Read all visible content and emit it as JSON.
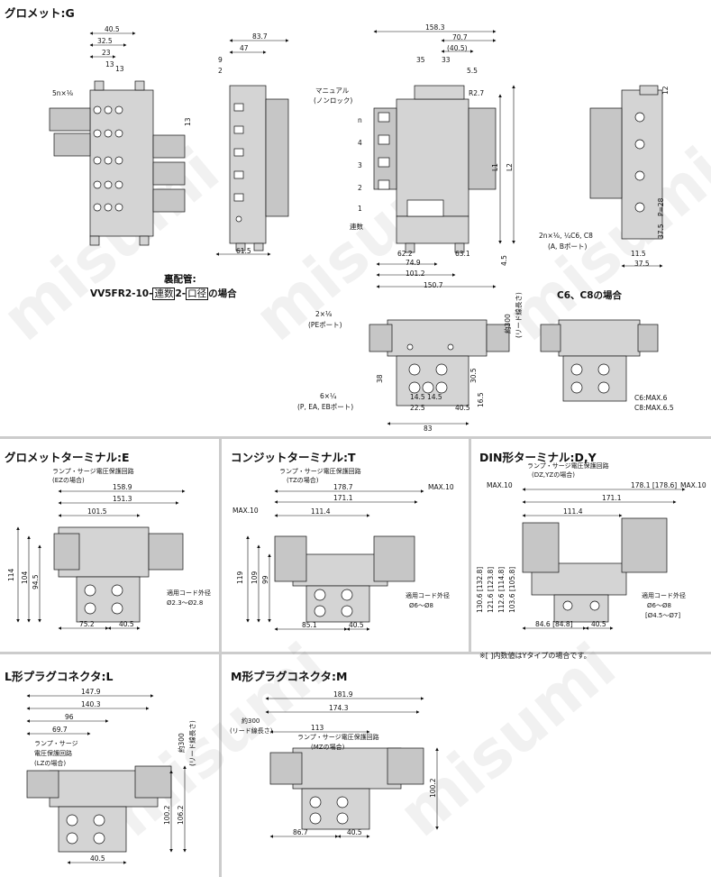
{
  "sections": {
    "grommet_g": "グロメット:G",
    "grommet_terminal_e": "グロメットターミナル:E",
    "conduit_terminal_t": "コンジットターミナル:T",
    "din_terminal": "DIN形ターミナル:D,Y",
    "l_plug": "L形プラグコネクタ:L",
    "m_plug": "M形プラグコネクタ:M"
  },
  "rear_piping": {
    "title": "裏配管:",
    "model_prefix": "VV5FR2-10-",
    "box1": "連数",
    "mid": "2-",
    "box2": "口径",
    "suffix": "の場合"
  },
  "c6c8_title": "C6、C8の場合",
  "din_note": "※[ ]内数値はYタイプの場合です。",
  "watermark": "misumi",
  "g_dims": {
    "d40_5": "40.5",
    "d32_5": "32.5",
    "d23": "23",
    "d13a": "13",
    "d13b": "13",
    "d13c": "13",
    "port5": "5n×⅛",
    "d83_7": "83.7",
    "d47": "47",
    "d9": "9",
    "d2": "2",
    "d61_5": "61.5",
    "d158_3": "158.3",
    "d70_7": "70.7",
    "d40_5p": "(40.5)",
    "d35": "35",
    "d33": "33",
    "d5_5": "5.5",
    "r2_7": "R2.7",
    "manual": "マニュアル",
    "nonlock": "(ノンロック)",
    "n": "n",
    "s4": "4",
    "s3": "3",
    "s2": "2",
    "s1": "1",
    "stations": "連数",
    "L1": "L1",
    "L2": "L2",
    "d4_5": "4.5",
    "d62_2": "62.2",
    "d63_1": "63.1",
    "d74_9": "74.9",
    "d101_2": "101.2",
    "d150_7": "150.7",
    "d12": "12",
    "p28": "P=28",
    "d37_5a": "37.5",
    "d11_5": "11.5",
    "d37_5b": "37.5",
    "ab_port": "2n×⅛, ¼C6, C8",
    "ab_port2": "(A, Bポート)"
  },
  "rear_dims": {
    "pe": "2×⅛",
    "pe2": "(PEポート)",
    "lead": "約300",
    "lead2": "(リード線長さ)",
    "d38": "38",
    "d30_5": "30.5",
    "d16_5": "16.5",
    "p6": "6×¼",
    "p6b": "(P, EA, EBポート)",
    "d14_5a": "14.5",
    "d14_5b": "14.5",
    "d22_5": "22.5",
    "d40_5": "40.5",
    "d83": "83"
  },
  "c6c8_dims": {
    "c6": "C6:MAX.6",
    "c8": "C8:MAX.6.5"
  },
  "e_dims": {
    "surge": "ランプ・サージ電圧保護回路",
    "surge2": "(EZの場合)",
    "d158_9": "158.9",
    "d151_3": "151.3",
    "d101_5": "101.5",
    "d114": "114",
    "d104": "104",
    "d94_5": "94.5",
    "cord": "適用コード外径",
    "cord2": "Ø2.3〜Ø2.8",
    "d75_2": "75.2",
    "d40_5": "40.5"
  },
  "t_dims": {
    "surge": "ランプ・サージ電圧保護回路",
    "surge2": "(TZの場合)",
    "d178_7": "178.7",
    "d171_1": "171.1",
    "max10a": "MAX.10",
    "max10b": "MAX.10",
    "d111_4": "111.4",
    "d119": "119",
    "d109": "109",
    "d99": "99",
    "cord": "適用コード外径",
    "cord2": "Ø6〜Ø8",
    "d85_1": "85.1",
    "d40_5": "40.5"
  },
  "din_dims": {
    "surge": "ランプ・サージ電圧保護回路",
    "surge2": "(DZ,YZの場合)",
    "max10a": "MAX.10",
    "max10b": "MAX.10",
    "d178_1": "178.1 [178.6]",
    "d171_1": "171.1",
    "d111_4": "111.4",
    "v1": "130.6 [132.8]",
    "v2": "121.6 [123.8]",
    "v3": "112.6 [114.8]",
    "v4": "103.6 [105.8]",
    "cord": "適用コード外径",
    "cord2": "Ø6〜Ø8",
    "cord3": "[Ø4.5〜Ø7]",
    "d84_6": "84.6 [84.8]",
    "d40_5": "40.5"
  },
  "l_dims": {
    "d147_9": "147.9",
    "d140_3": "140.3",
    "d96": "96",
    "d69_7": "69.7",
    "surge": "ランプ・サージ",
    "surge2": "電圧保護回路",
    "surge3": "(LZの場合)",
    "lead": "約300",
    "lead2": "(リード線長さ)",
    "d100_2": "100.2",
    "d106_2": "106.2",
    "d40_5": "40.5"
  },
  "m_dims": {
    "d181_9": "181.9",
    "d174_3": "174.3",
    "lead": "約300",
    "lead2": "(リード線長さ)",
    "d113": "113",
    "surge": "ランプ・サージ電圧保護回路",
    "surge2": "(MZの場合)",
    "d100_2": "100.2",
    "d86_7": "86.7",
    "d40_5": "40.5"
  },
  "colors": {
    "body": "#d4d4d4",
    "body_dark": "#a9a9a9",
    "line": "#111111",
    "divider": "#cccccc"
  }
}
